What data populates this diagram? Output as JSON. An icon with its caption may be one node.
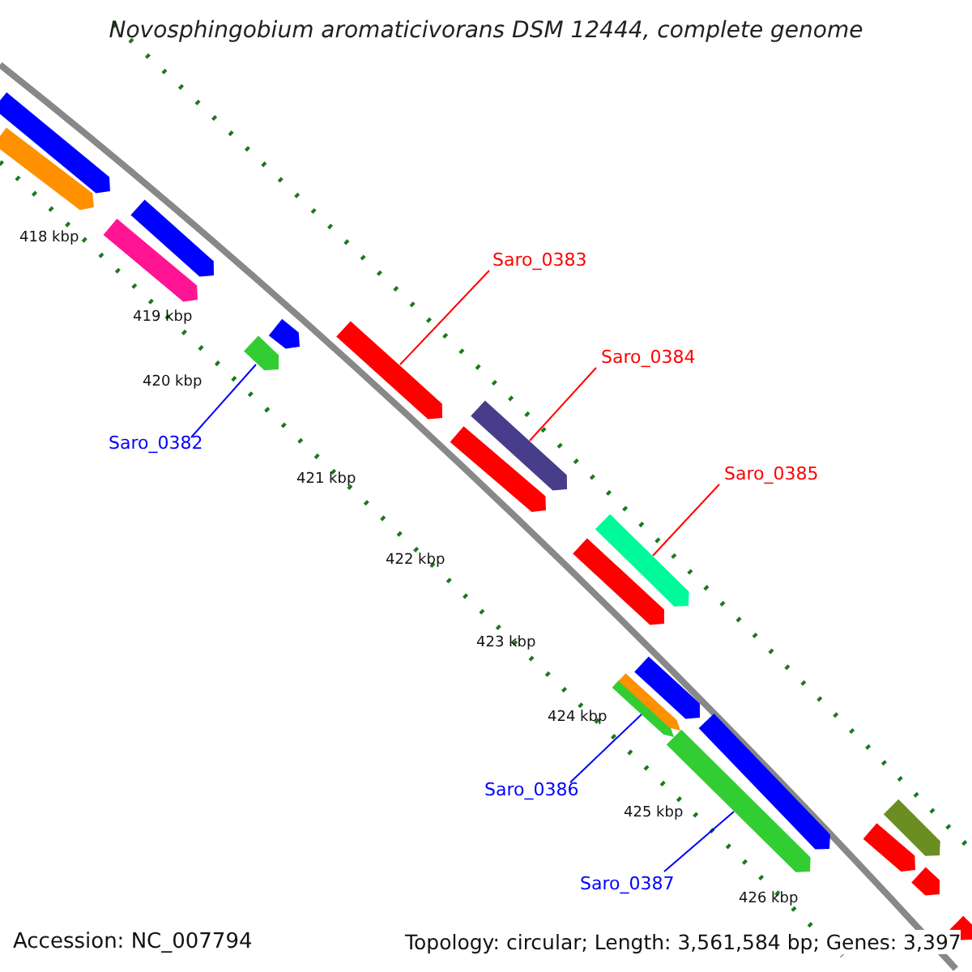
{
  "diagram": {
    "title": "Novosphingobium aromaticivorans DSM 12444, complete genome",
    "nodes": [
      {
        "text": [
          "Saro_0383"
        ]
      },
      {
        "text": [
          "Saro_0384"
        ]
      },
      {
        "text": [
          "Saro_0385"
        ]
      },
      {
        "text": [
          "Saro_0382"
        ]
      },
      {
        "text": [
          "Saro_0386"
        ]
      },
      {
        "text": [
          "Saro_0387"
        ]
      },
      {
        "text": [],
        "shape": "bar"
      },
      {
        "text": [],
        "shape": "bar"
      },
      {
        "text": [],
        "shape": "bar"
      },
      {
        "text": [],
        "shape": "bar"
      },
      {
        "text": [],
        "shape": "bar"
      },
      {
        "text": [],
        "shape": "bar"
      },
      {
        "text": [],
        "shape": "bar"
      },
      {
        "text": [],
        "shape": "bar"
      },
      {
        "text": [],
        "shape": "bar"
      },
      {
        "text": [],
        "shape": "bar"
      },
      {
        "text": [],
        "shape": "bar"
      },
      {
        "text": [],
        "shape": "bar"
      },
      {
        "text": [],
        "shape": "bar"
      },
      {
        "text": [],
        "shape": "bar"
      },
      {
        "text": [],
        "shape": "bar"
      },
      {
        "text": [],
        "shape": "bar"
      },
      {
        "text": [],
        "shape": "bar"
      },
      {
        "text": [],
        "shape": "bar"
      },
      {
        "text": [],
        "shape": "bar"
      },
      {
        "text": [],
        "shape": "bar"
      }
    ],
    "edges": [
      {
        "from": 0,
        "to": 12,
        "arrow": "none"
      },
      {
        "from": 1,
        "to": 14,
        "arrow": "none"
      },
      {
        "from": 2,
        "to": 16,
        "arrow": "none"
      },
      {
        "from": 3,
        "to": 10,
        "arrow": "none",
        "color": "#0000ff"
      },
      {
        "from": 4,
        "to": 17,
        "arrow": "none",
        "color": "#0000ff"
      },
      {
        "from": 5,
        "to": 20,
        "arrow": "none",
        "color": "#0000ff"
      }
    ],
    "labels": [
      "418 kbp",
      "419 kbp",
      "420 kbp",
      "421 kbp",
      "422 kbp",
      "423 kbp",
      "424 kbp",
      "425 kbp",
      "426 kbp",
      "Accession: NC_007794",
      "Topology: circular; Length: 3,561,584 bp; Genes: 3,397"
    ]
  }
}
